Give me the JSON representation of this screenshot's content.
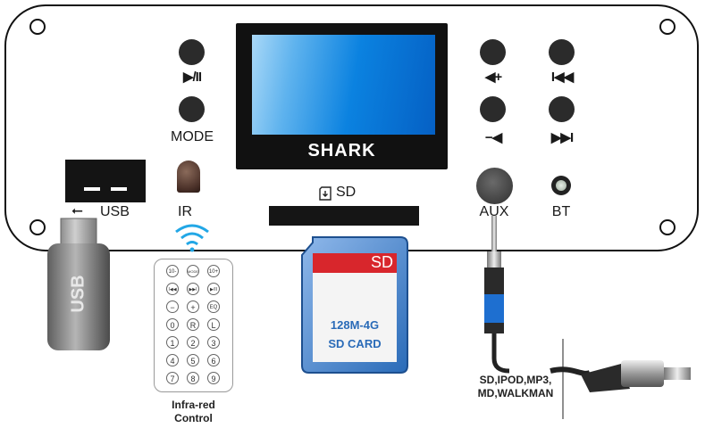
{
  "panel": {
    "display_brand": "SHARK",
    "buttons": {
      "play_pause": "▶/II",
      "mode": "MODE",
      "vol_up": "◀+",
      "vol_down": "−◀",
      "prev": "I◀◀",
      "next": "▶▶I"
    },
    "labels": {
      "usb": "USB",
      "ir": "IR",
      "sd": "SD",
      "aux": "AUX",
      "bt": "BT"
    }
  },
  "usb_stick": {
    "text": "USB"
  },
  "remote": {
    "keys": [
      "10-",
      "MODE",
      "10+",
      "I◀◀",
      "▶▶I",
      "▶/II",
      "−",
      "+",
      "EQ",
      "0",
      "R",
      "L",
      "1",
      "2",
      "3",
      "4",
      "5",
      "6",
      "7",
      "8",
      "9"
    ],
    "caption_line1": "Infra-red",
    "caption_line2": "Control"
  },
  "sd_card": {
    "title": "SD",
    "capacity": "128M-4G",
    "name": "SD CARD"
  },
  "aux_cable": {
    "caption_line1": "SD,IPOD,MP3,",
    "caption_line2": "MD,WALKMAN"
  },
  "colors": {
    "screen_blue": "#0b82e0",
    "sd_red": "#d8262c",
    "sd_blue": "#2a6bb8",
    "plug_blue": "#1e6fd0"
  }
}
